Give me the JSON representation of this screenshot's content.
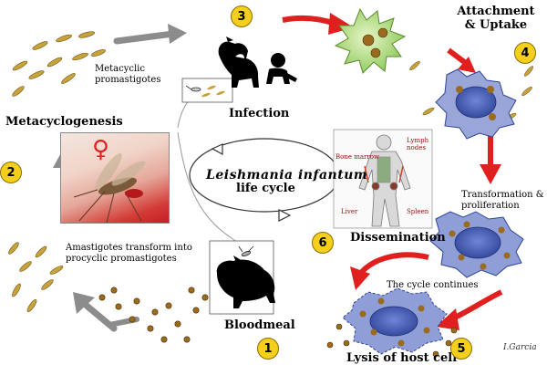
{
  "title": {
    "line1": "Leishmania infantum",
    "line2": "life cycle"
  },
  "steps": [
    {
      "number": "1",
      "label": "Bloodmeal"
    },
    {
      "number": "2",
      "label": "Metacyclogenesis"
    },
    {
      "number": "3",
      "label": "Infection"
    },
    {
      "number": "4",
      "label": "Attachment & Uptake"
    },
    {
      "number": "5",
      "label": "Lysis of host cell"
    },
    {
      "number": "6",
      "label": "Dissemination"
    }
  ],
  "annotations": {
    "metacyclic": "Metacyclic promastigotes",
    "amastigotes": "Amastigotes transform into procyclic promastigotes",
    "transformation": "Transformation & proliferation",
    "cycle_continues": "The cycle continues"
  },
  "organs": {
    "bone_marrow": "Bone marrow",
    "lymph_nodes": "Lymph nodes",
    "liver": "Liver",
    "spleen": "Spleen"
  },
  "female_symbol": "♀",
  "signature": "I.Garcia",
  "colors": {
    "badge": "#f5cf1c",
    "red_arrow": "#e0201f",
    "grey_arrow": "#8c8c8c",
    "macrophage": "#4b63b8",
    "nucleus": "#5a6fd6",
    "neutrophil": "#b8e08a",
    "parasite": "#c8a23a"
  },
  "icons": [
    "sand-fly-icon",
    "dog-icon",
    "child-icon",
    "body-anatomy-icon",
    "macrophage-icon",
    "neutrophil-icon",
    "promastigote-icon",
    "amastigote-icon"
  ]
}
